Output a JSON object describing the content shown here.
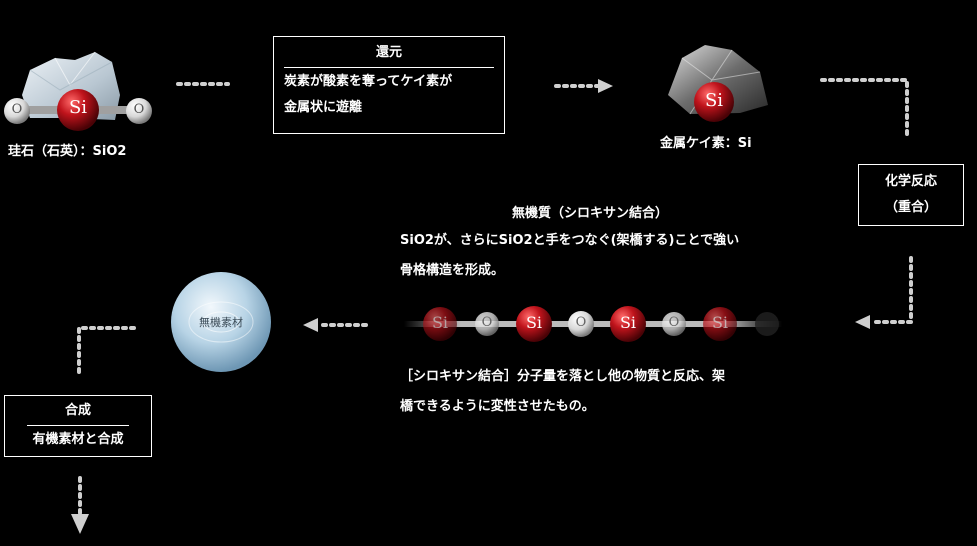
{
  "quartz": {
    "label": "珪石（石英）：SiO2",
    "si": "Si",
    "o_left": "O",
    "o_right": "O"
  },
  "reduction": {
    "title": "還元",
    "line1": "炭素が酸素を奪ってケイ素が",
    "line2": "金属状に遊離"
  },
  "metal": {
    "label": "金属ケイ素：Si",
    "si": "Si"
  },
  "polymer": {
    "line1": "化学反応",
    "line2": "（重合）"
  },
  "inorganic": {
    "title": "無機質（シロキサン結合）",
    "line1": "SiO2が、さらにSiO2と手をつなぐ(架橋する)ことで強い",
    "line2": "骨格構造を形成。"
  },
  "chain": {
    "si": "Si",
    "o": "O"
  },
  "siloxane": {
    "line1": "［シロキサン結合］分子量を落とし他の物質と反応、架",
    "line2": "橋できるように変性させたもの。"
  },
  "material": {
    "label": "無機素材"
  },
  "synthesis": {
    "title": "合成",
    "line1": "有機素材と合成"
  },
  "colors": {
    "background": "#000000",
    "si_red": "#b5121b",
    "arrow_gray": "#cfcfcf"
  }
}
